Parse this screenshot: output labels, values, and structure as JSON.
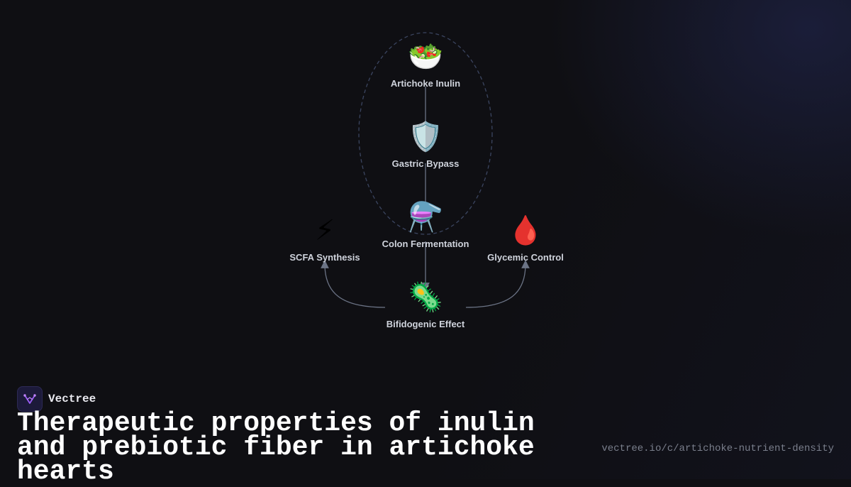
{
  "diagram": {
    "nodes": [
      {
        "id": "artichoke",
        "icon": "salad-bowl-icon",
        "glyph": "🥗",
        "label": "Artichoke Inulin"
      },
      {
        "id": "gastric",
        "icon": "shield-icon",
        "glyph": "🛡️",
        "label": "Gastric Bypass"
      },
      {
        "id": "colon",
        "icon": "flask-icon",
        "glyph": "⚗️",
        "label": "Colon Fermentation"
      },
      {
        "id": "scfa",
        "icon": "lightning-icon",
        "glyph": "⚡",
        "label": "SCFA Synthesis"
      },
      {
        "id": "glycemic",
        "icon": "blood-drop-icon",
        "glyph": "🩸",
        "label": "Glycemic Control"
      },
      {
        "id": "bifido",
        "icon": "microbe-icon",
        "glyph": "🦠",
        "label": "Bifidogenic Effect"
      }
    ],
    "edges": [
      {
        "from": "artichoke",
        "to": "gastric"
      },
      {
        "from": "gastric",
        "to": "colon"
      },
      {
        "from": "colon",
        "to": "bifido"
      },
      {
        "from": "bifido",
        "to": "scfa"
      },
      {
        "from": "bifido",
        "to": "glycemic"
      }
    ],
    "colors": {
      "edge": "#6b7385",
      "group_outline": "#3b4560",
      "label": "#cfd3dc"
    }
  },
  "brand": {
    "name": "Vectree",
    "logo_icon": "vectree-logo-icon",
    "logo_color": "#9b5cf6"
  },
  "title": "Therapeutic properties of inulin and prebiotic fiber in artichoke hearts",
  "url": "vectree.io/c/artichoke-nutrient-density"
}
